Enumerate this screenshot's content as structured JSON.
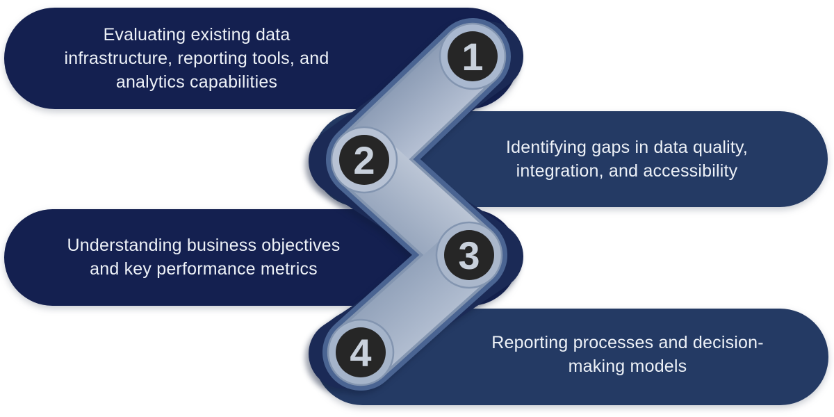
{
  "diagram": {
    "type": "numbered-zigzag-process",
    "background": "#FFFFFF",
    "text_color": "#EDF1F7",
    "number_color": "#C9D1DC",
    "steps": [
      {
        "number": "1",
        "side": "left",
        "pill_color": "#142050",
        "ring_color": "#A9B8CF",
        "lines": [
          "Evaluating existing data",
          "infrastructure, reporting tools, and",
          "analytics capabilities"
        ],
        "text": "Evaluating existing data infrastructure, reporting tools, and analytics capabilities"
      },
      {
        "number": "2",
        "side": "right",
        "pill_color": "#243A64",
        "ring_color": "#B7C2D4",
        "lines": [
          "Identifying gaps in data quality,",
          "integration, and accessibility"
        ],
        "text": "Identifying gaps in data quality, integration, and accessibility"
      },
      {
        "number": "3",
        "side": "left",
        "pill_color": "#142050",
        "ring_color": "#AAB7CB",
        "lines": [
          "Understanding business objectives",
          "and key performance metrics"
        ],
        "text": "Understanding business objectives and key performance metrics"
      },
      {
        "number": "4",
        "side": "right",
        "pill_color": "#243A64",
        "ring_color": "#A5B4CA",
        "lines": [
          "Reporting processes and decision-",
          "making models"
        ],
        "text": "Reporting processes and decision-making models"
      }
    ],
    "ribbon": {
      "edge_color": "#8395B0",
      "rim_color": "#4A6492",
      "back_color": "#1B2A56",
      "circle_color": "#262626",
      "segment_gradients": [
        {
          "dark": "#8C9CB5",
          "light": "#B6C1D4"
        },
        {
          "dark": "#97A6BD",
          "light": "#BCC6D6"
        },
        {
          "dark": "#92A2BA",
          "light": "#B2BED1"
        }
      ]
    }
  }
}
